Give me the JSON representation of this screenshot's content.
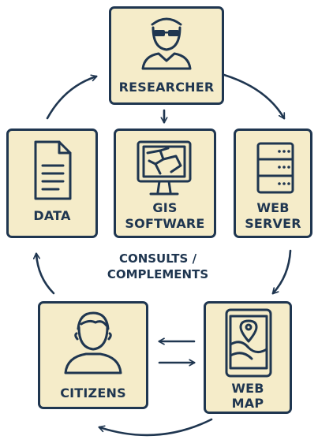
{
  "diagram": {
    "nodes": {
      "researcher": {
        "label": "RESEARCHER",
        "icon": "researcher-icon"
      },
      "gis_software": {
        "label_line1": "GIS",
        "label_line2": "SOFTWARE",
        "icon": "monitor-map-icon"
      },
      "web_server": {
        "label_line1": "WEB",
        "label_line2": "SERVER",
        "icon": "server-icon"
      },
      "data": {
        "label": "DATA",
        "icon": "document-icon"
      },
      "web_map": {
        "label_line1": "WEB",
        "label_line2": "MAP",
        "icon": "mobile-map-icon"
      },
      "citizens": {
        "label": "CITIZENS",
        "icon": "citizen-icon"
      }
    },
    "center_label": {
      "line1": "CONSULTS /",
      "line2": "COMPLEMENTS"
    },
    "colors": {
      "box_fill": "#f5ecc9",
      "stroke": "#1f3650",
      "background": "#ffffff"
    }
  }
}
